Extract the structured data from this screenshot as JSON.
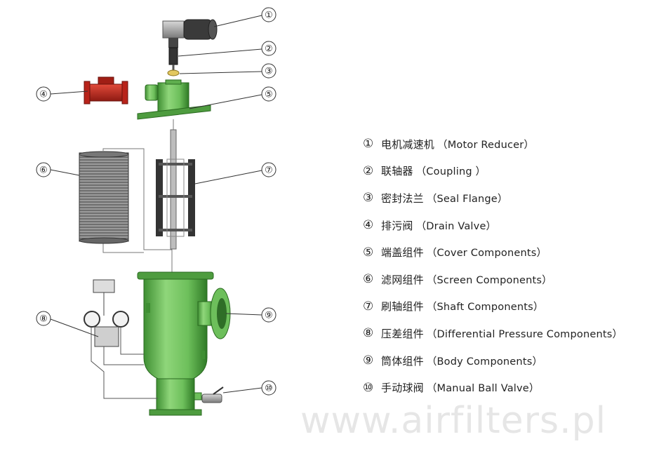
{
  "legend": [
    {
      "num": "①",
      "cn": "电机减速机",
      "en": "（Motor Reducer）"
    },
    {
      "num": "②",
      "cn": "联轴器",
      "en": "（Coupling ）"
    },
    {
      "num": "③",
      "cn": "密封法兰",
      "en": "（Seal Flange）"
    },
    {
      "num": "④",
      "cn": "排污阀",
      "en": "（Drain Valve）"
    },
    {
      "num": "⑤",
      "cn": "端盖组件",
      "en": "（Cover Components）"
    },
    {
      "num": "⑥",
      "cn": "滤网组件",
      "en": "（Screen Components）"
    },
    {
      "num": "⑦",
      "cn": "刷轴组件",
      "en": "（Shaft Components）"
    },
    {
      "num": "⑧",
      "cn": "压差组件",
      "en": "（Differential Pressure Components）"
    },
    {
      "num": "⑨",
      "cn": "筒体组件",
      "en": "（Body Components）"
    },
    {
      "num": "⑩",
      "cn": "手动球阀",
      "en": "（Manual Ball Valve）"
    }
  ],
  "callouts": [
    "①",
    "②",
    "③",
    "④",
    "⑤",
    "⑥",
    "⑦",
    "⑧",
    "⑨",
    "⑩"
  ],
  "watermark": "www.airfilters.pl",
  "colors": {
    "body_green": "#6dbf5b",
    "valve_red": "#c8281e",
    "line": "#333333"
  }
}
